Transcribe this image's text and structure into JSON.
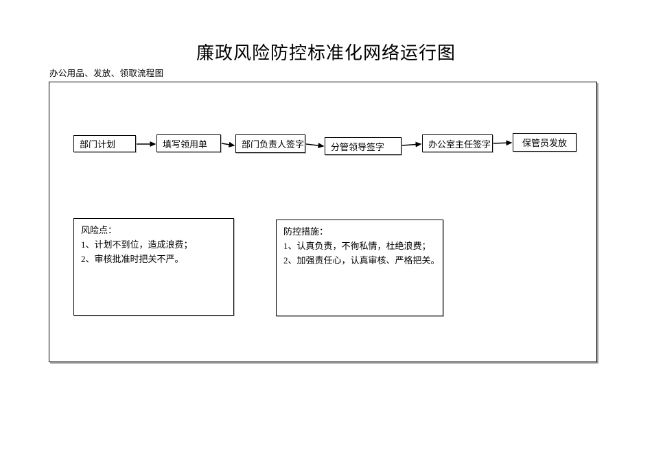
{
  "page": {
    "title": "廉政风险防控标准化网络运行图",
    "subtitle": "办公用品、发放、领取流程图"
  },
  "flow": {
    "steps": [
      {
        "label": "部门计划"
      },
      {
        "label": "填写领用单"
      },
      {
        "label": "部门负责人签字"
      },
      {
        "label": "分管领导签字"
      },
      {
        "label": "办公室主任签字"
      },
      {
        "label": "保管员发放"
      }
    ]
  },
  "risk_box": {
    "heading": "风险点：",
    "items": [
      "1、计划不到位，造成浪费；",
      "2、审核批准时把关不严。"
    ]
  },
  "control_box": {
    "heading": "防控措施：",
    "items": [
      "1、认真负责，不徇私情，杜绝浪费；",
      "2、加强责任心，认真审核、严格把关。"
    ]
  },
  "colors": {
    "ink": "#000000",
    "background": "#ffffff",
    "border": "#000000"
  }
}
